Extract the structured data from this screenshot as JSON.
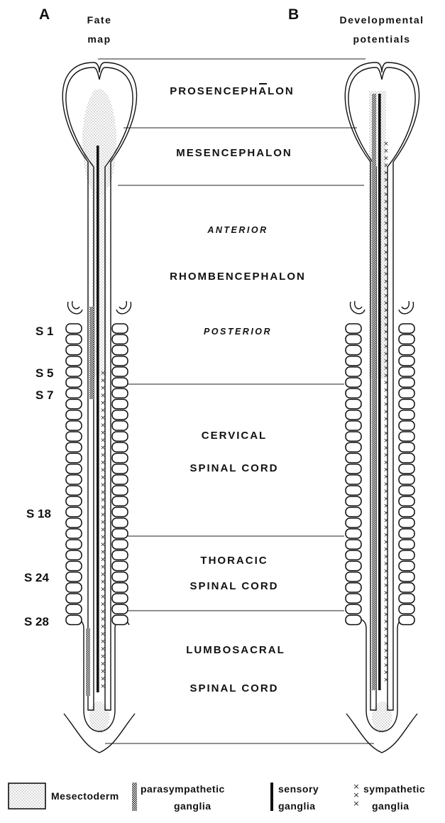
{
  "panels": {
    "a": {
      "letter": "A",
      "title_line1": "Fate",
      "title_line2": "map"
    },
    "b": {
      "letter": "B",
      "title_line1": "Developmental",
      "title_line2": "potentials"
    }
  },
  "regions": {
    "prosencephalon": "PROSENCEPHALON",
    "mesencephalon": "MESENCEPHALON",
    "rhomb_anterior": "ANTERIOR",
    "rhombencephalon": "RHOMBENCEPHALON",
    "rhomb_posterior": "POSTERIOR",
    "cervical": "CERVICAL",
    "thoracic": "THORACIC",
    "lumbosacral": "LUMBOSACRAL",
    "spinal_cord": "SPINAL CORD"
  },
  "somites": {
    "s1": "S 1",
    "s5": "S 5",
    "s7": "S 7",
    "s18": "S 18",
    "s24": "S 24",
    "s28": "S 28"
  },
  "legend": {
    "mesectoderm": "Mesectoderm",
    "parasympathetic": "parasympathetic",
    "sensory": "sensory",
    "sympathetic": "sympathetic",
    "ganglia": "ganglia"
  },
  "colors": {
    "ink": "#111111",
    "background": "#ffffff"
  }
}
